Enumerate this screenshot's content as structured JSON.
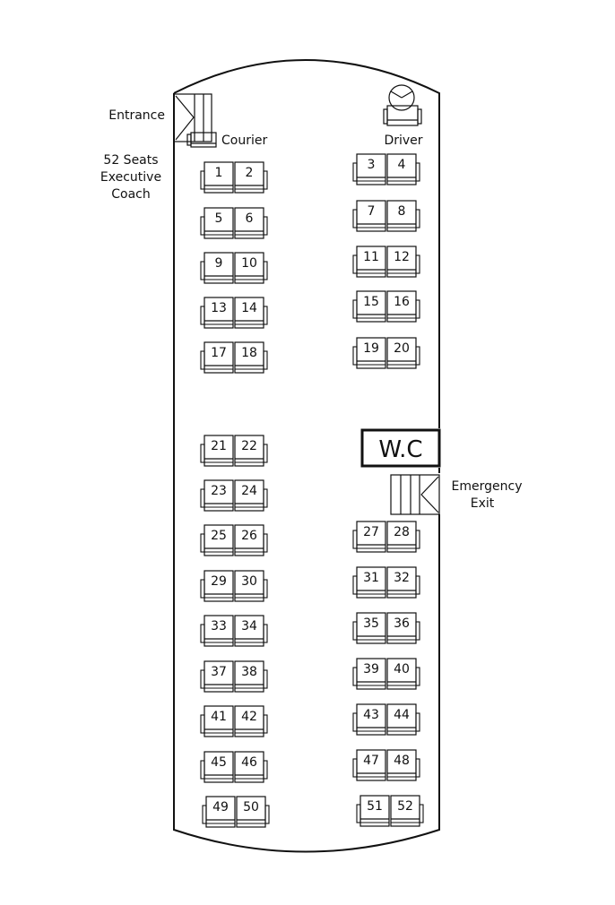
{
  "labels": {
    "entrance": "Entrance",
    "courier": "Courier",
    "driver": "Driver",
    "seats_title_1": "52 Seats",
    "seats_title_2": "Executive",
    "seats_title_3": "Coach",
    "wc": "W.C",
    "emergency_1": "Emergency",
    "emergency_2": "Exit"
  },
  "seat_rows": [
    {
      "left": [
        "1",
        "2"
      ],
      "right": [
        "3",
        "4"
      ]
    },
    {
      "left": [
        "5",
        "6"
      ],
      "right": [
        "7",
        "8"
      ]
    },
    {
      "left": [
        "9",
        "10"
      ],
      "right": [
        "11",
        "12"
      ]
    },
    {
      "left": [
        "13",
        "14"
      ],
      "right": [
        "15",
        "16"
      ]
    },
    {
      "left": [
        "17",
        "18"
      ],
      "right": [
        "19",
        "20"
      ]
    },
    {
      "left": [
        "21",
        "22"
      ],
      "right": []
    },
    {
      "left": [
        "23",
        "24"
      ],
      "right": []
    },
    {
      "left": [
        "25",
        "26"
      ],
      "right": [
        "27",
        "28"
      ]
    },
    {
      "left": [
        "29",
        "30"
      ],
      "right": [
        "31",
        "32"
      ]
    },
    {
      "left": [
        "33",
        "34"
      ],
      "right": [
        "35",
        "36"
      ]
    },
    {
      "left": [
        "37",
        "38"
      ],
      "right": [
        "39",
        "40"
      ]
    },
    {
      "left": [
        "41",
        "42"
      ],
      "right": [
        "43",
        "44"
      ]
    },
    {
      "left": [
        "45",
        "46"
      ],
      "right": [
        "47",
        "48"
      ]
    },
    {
      "left": [
        "49",
        "50"
      ],
      "right": [
        "51",
        "52"
      ]
    }
  ]
}
